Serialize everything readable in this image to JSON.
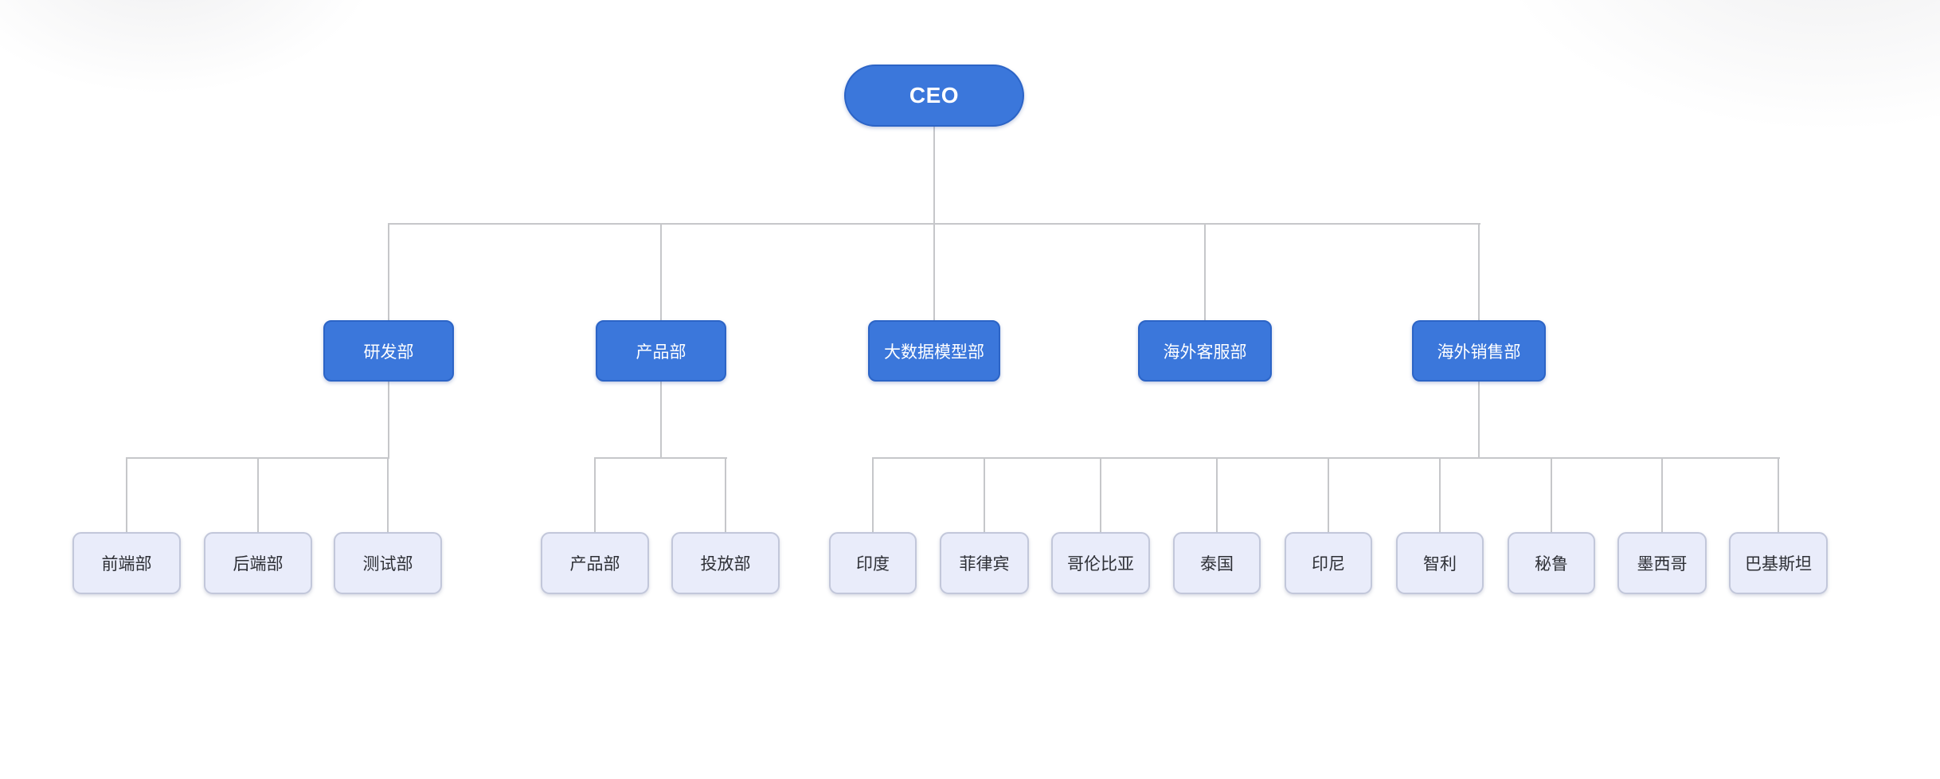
{
  "palette": {
    "node_blue": "#3b77db",
    "node_blue_border": "#2c64c6",
    "root_text": "#ffffff",
    "leaf_bg": "#e9ecfa",
    "leaf_border": "#c2c7da",
    "leaf_text": "#2e3036",
    "line": "#c6c7ca",
    "canvas_bg": "#ffffff"
  },
  "org": {
    "root": {
      "label": "CEO"
    },
    "departments": [
      {
        "label": "研发部",
        "children": [
          "前端部",
          "后端部",
          "测试部"
        ]
      },
      {
        "label": "产品部",
        "children": [
          "产品部",
          "投放部"
        ]
      },
      {
        "label": "大数据模型部",
        "children": []
      },
      {
        "label": "海外客服部",
        "children": []
      },
      {
        "label": "海外销售部",
        "children": [
          "印度",
          "菲律宾",
          "哥伦比亚",
          "泰国",
          "印尼",
          "智利",
          "秘鲁",
          "墨西哥",
          "巴基斯坦"
        ]
      }
    ]
  }
}
